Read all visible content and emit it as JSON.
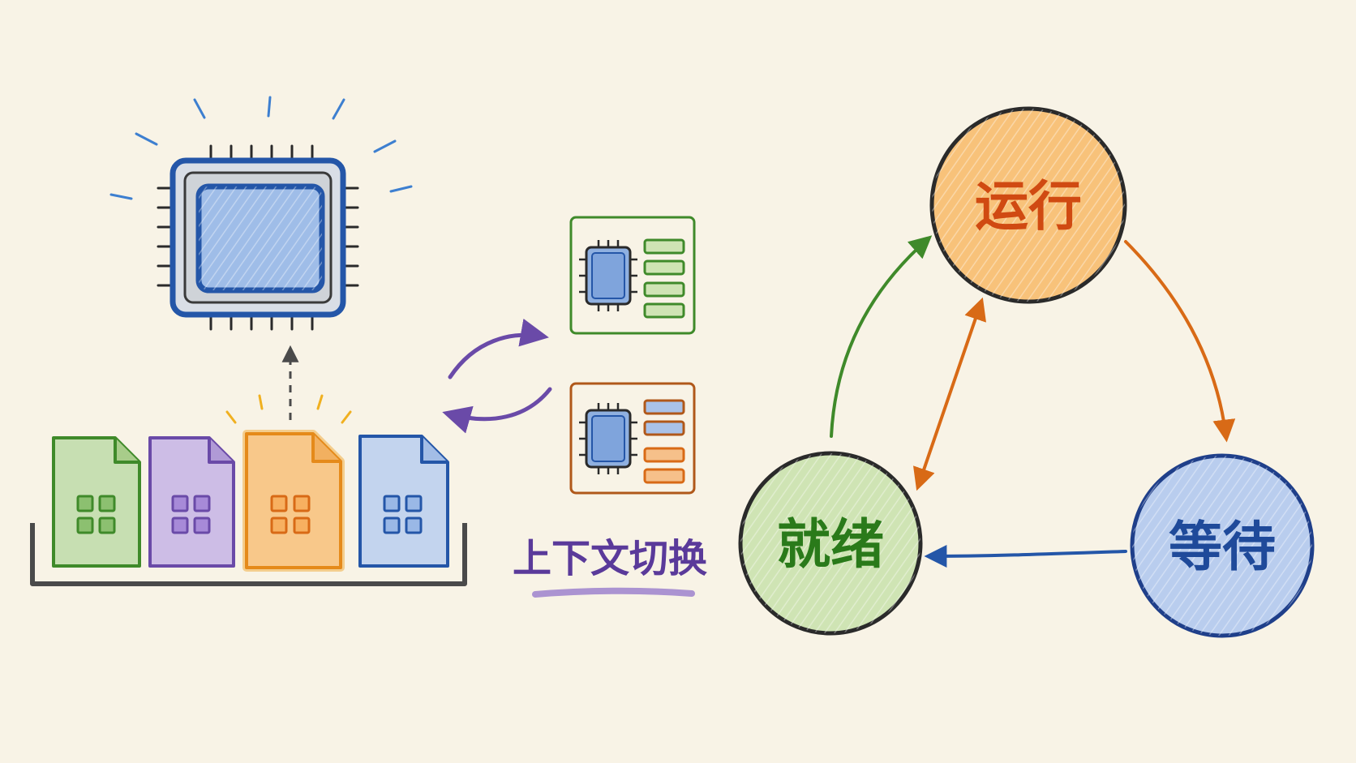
{
  "context_switch": {
    "label": "上下文切换"
  },
  "states": {
    "running": {
      "label": "运行"
    },
    "ready": {
      "label": "就绪"
    },
    "waiting": {
      "label": "等待"
    }
  },
  "colors": {
    "background": "#f8f3e6",
    "cpu": "#2456a8",
    "green": "#3f8a2a",
    "purple": "#6a4aa8",
    "orange": "#d86a16",
    "blue": "#2456a8",
    "gray": "#4a4a4a"
  },
  "icons": {
    "cpu": "cpu-chip-icon",
    "process": "document-icon",
    "register_card": "register-card-icon"
  }
}
